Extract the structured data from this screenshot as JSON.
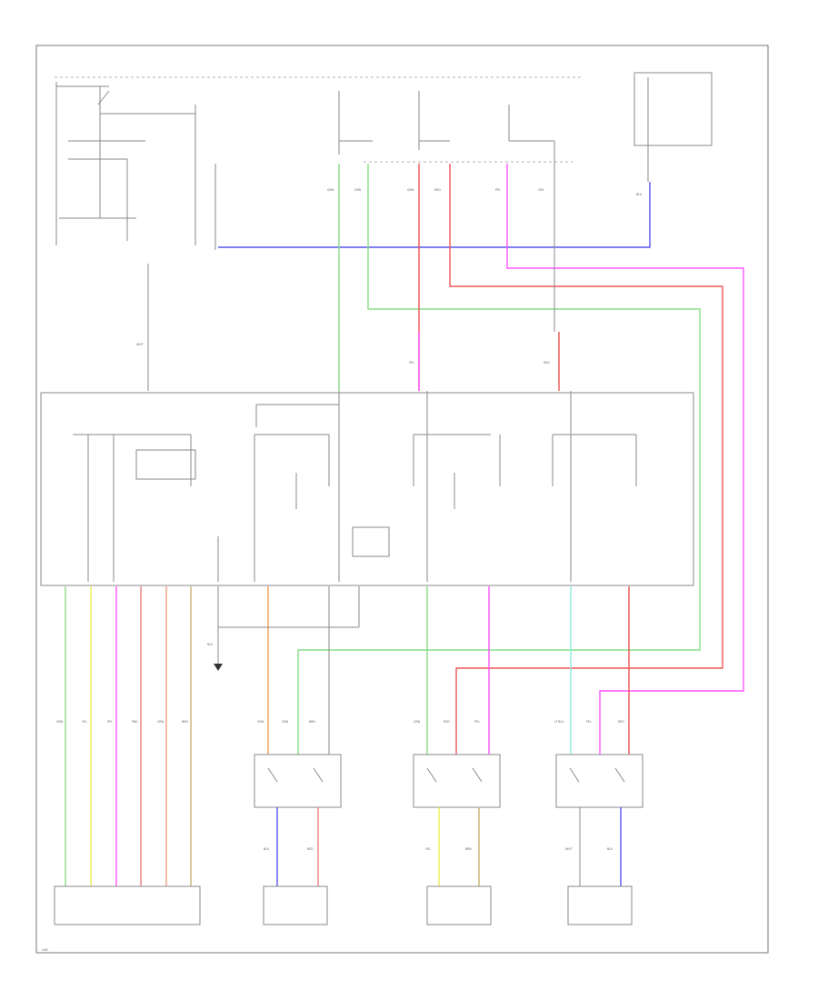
{
  "colors": {
    "blue": "#5555ee",
    "green": "#88dd88",
    "red": "#ee5555",
    "magenta": "#ff55ff",
    "yellow": "#eeee55",
    "pink": "#f08080",
    "salmon": "#f0a080",
    "tan": "#c8b070",
    "orange": "#f0a050",
    "cyan": "#88eedd",
    "wire_gray": "#8a8a8a"
  },
  "wire_labels": [
    "GRN",
    "YEL",
    "PPL",
    "PNK",
    "ORN",
    "BRN",
    "BLU",
    "RED",
    "WHT",
    "LT BLU",
    "BLK",
    "GRY"
  ],
  "footer_code": "LHD"
}
